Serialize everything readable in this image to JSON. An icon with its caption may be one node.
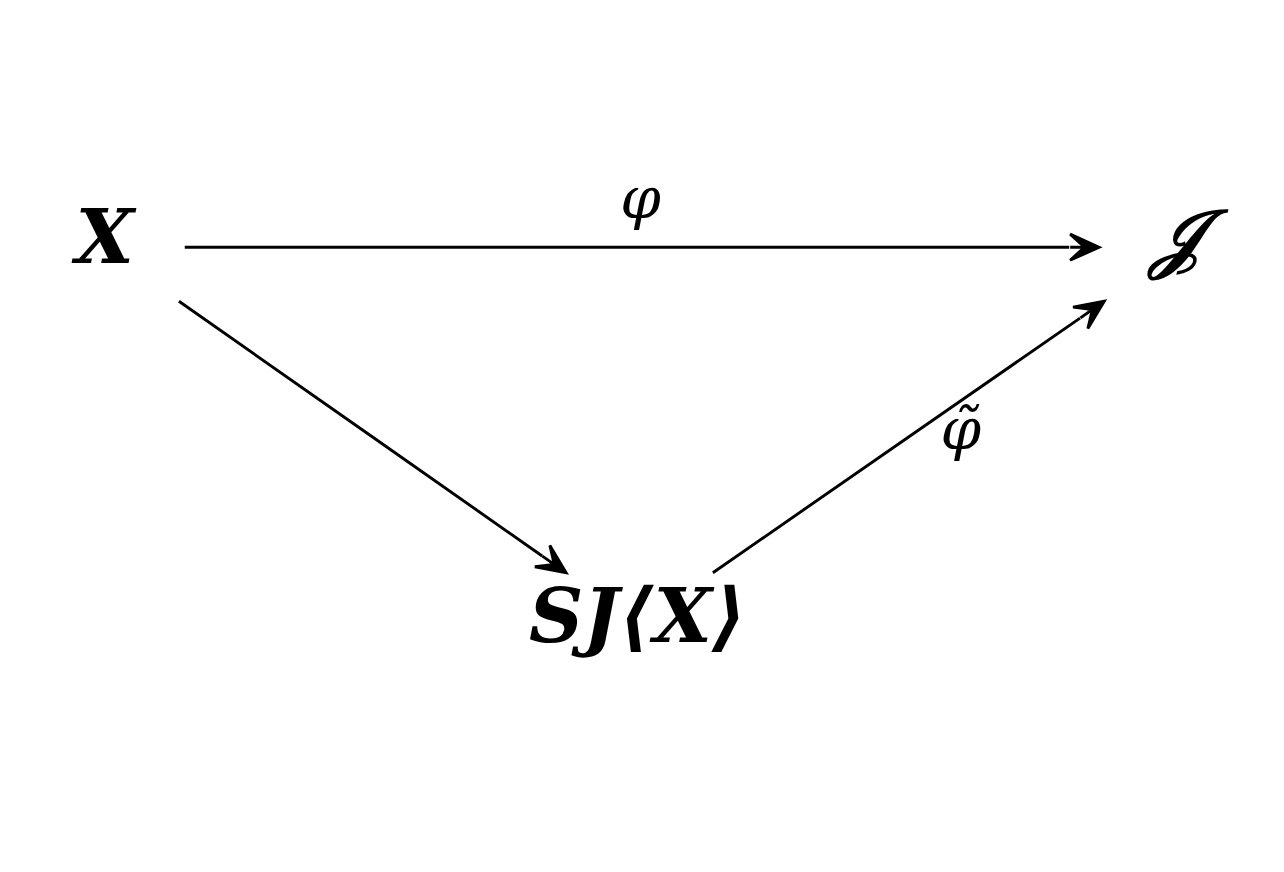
{
  "diagram": {
    "nodes": [
      {
        "text": [
          "X"
        ]
      },
      {
        "text": [
          "𝒥"
        ]
      },
      {
        "text": [
          "SJ⟨X⟩"
        ]
      }
    ],
    "edges": [
      {
        "from": 0,
        "to": 1,
        "arrow": "to",
        "label": "φ"
      },
      {
        "from": 0,
        "to": 2,
        "arrow": "to"
      },
      {
        "from": 2,
        "to": 1,
        "arrow": "to",
        "label": "φ̃"
      }
    ]
  }
}
